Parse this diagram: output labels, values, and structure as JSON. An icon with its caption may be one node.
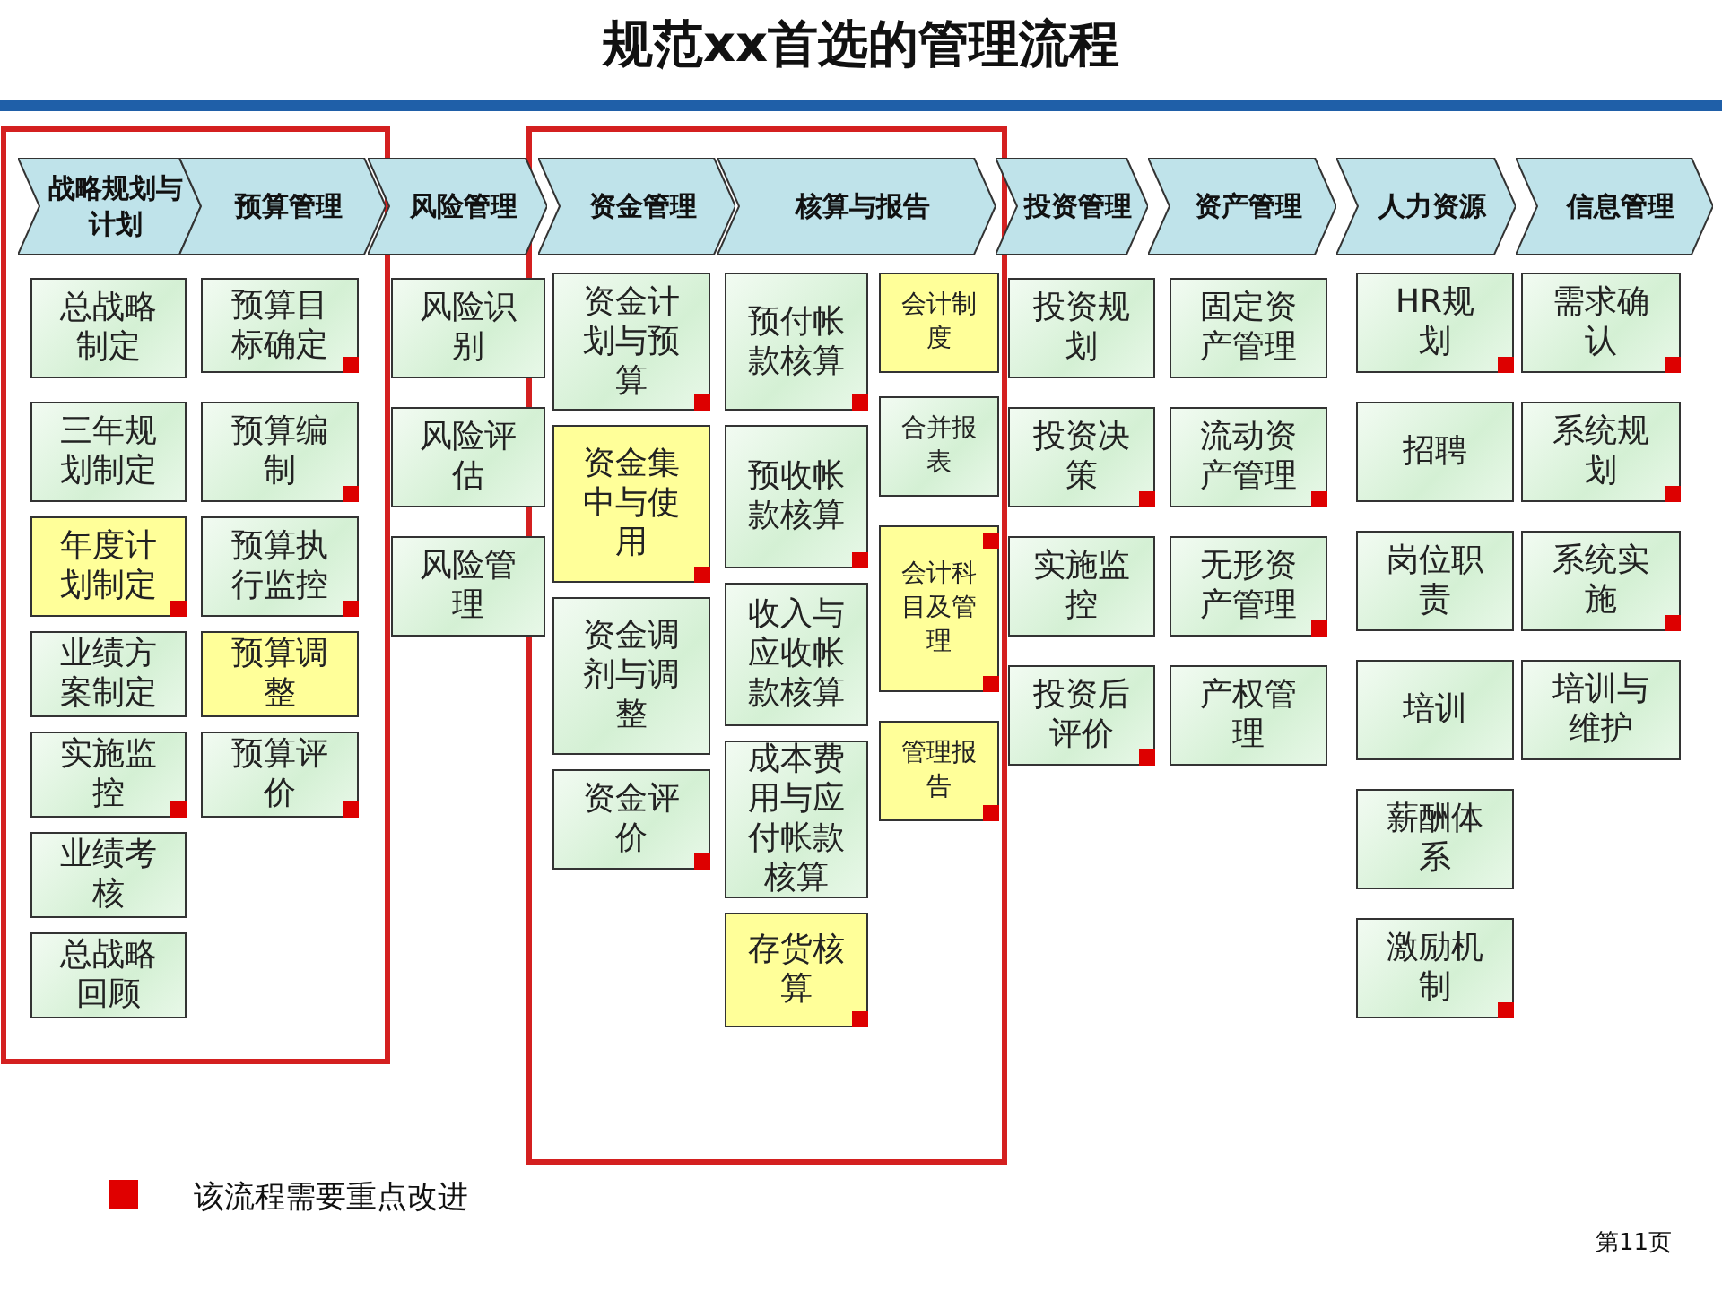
{
  "diagram": {
    "title": "规范xx首选的管理流程",
    "nodes": [
      {
        "text": [
          "战略规划与计划"
        ]
      },
      {
        "text": [
          "预算管理"
        ]
      },
      {
        "text": [
          "风险管理"
        ]
      },
      {
        "text": [
          "资金管理"
        ]
      },
      {
        "text": [
          "核算与报告"
        ]
      },
      {
        "text": [
          "投资管理"
        ]
      },
      {
        "text": [
          "资产管理"
        ]
      },
      {
        "text": [
          "人力资源"
        ]
      },
      {
        "text": [
          "信息管理"
        ]
      },
      {
        "text": [
          "总战略制定"
        ]
      },
      {
        "text": [
          "三年规划制定"
        ]
      },
      {
        "text": [
          "年度计划制定"
        ]
      },
      {
        "text": [
          "业绩方案制定"
        ]
      },
      {
        "text": [
          "实施监控"
        ]
      },
      {
        "text": [
          "业绩考核"
        ]
      },
      {
        "text": [
          "总战略回顾"
        ]
      },
      {
        "text": [
          "预算目标确定"
        ]
      },
      {
        "text": [
          "预算编制"
        ]
      },
      {
        "text": [
          "预算执行监控"
        ]
      },
      {
        "text": [
          "预算调整"
        ]
      },
      {
        "text": [
          "预算评价"
        ]
      },
      {
        "text": [
          "风险识别"
        ]
      },
      {
        "text": [
          "风险评估"
        ]
      },
      {
        "text": [
          "风险管理"
        ]
      },
      {
        "text": [
          "资金计划与预算"
        ]
      },
      {
        "text": [
          "资金集中与使用"
        ]
      },
      {
        "text": [
          "资金调剂与调整"
        ]
      },
      {
        "text": [
          "资金评价"
        ]
      },
      {
        "text": [
          "预付帐款核算"
        ]
      },
      {
        "text": [
          "预收帐款核算"
        ]
      },
      {
        "text": [
          "收入与应收帐款核算"
        ]
      },
      {
        "text": [
          "成本费用与应付帐款核算"
        ]
      },
      {
        "text": [
          "存货核算"
        ]
      },
      {
        "text": [
          "会计制度"
        ]
      },
      {
        "text": [
          "合并报表"
        ]
      },
      {
        "text": [
          "会计科目及管理"
        ]
      },
      {
        "text": [
          "管理报告"
        ]
      },
      {
        "text": [
          "投资规划"
        ]
      },
      {
        "text": [
          "投资决策"
        ]
      },
      {
        "text": [
          "实施监控"
        ]
      },
      {
        "text": [
          "投资后评价"
        ]
      },
      {
        "text": [
          "固定资产管理"
        ]
      },
      {
        "text": [
          "流动资产管理"
        ]
      },
      {
        "text": [
          "无形资产管理"
        ]
      },
      {
        "text": [
          "产权管理"
        ]
      },
      {
        "text": [
          "HR规划"
        ]
      },
      {
        "text": [
          "招聘"
        ]
      },
      {
        "text": [
          "岗位职责"
        ]
      },
      {
        "text": [
          "培训"
        ]
      },
      {
        "text": [
          "薪酬体系"
        ]
      },
      {
        "text": [
          "激励机制"
        ]
      },
      {
        "text": [
          "需求确认"
        ]
      },
      {
        "text": [
          "系统规划"
        ]
      },
      {
        "text": [
          "系统实施"
        ]
      },
      {
        "text": [
          "培训与维护"
        ]
      }
    ],
    "labels": [
      "第11页"
    ],
    "legend": [
      {
        "text": "该流程需要重点改进",
        "color": "#e00000"
      }
    ]
  }
}
